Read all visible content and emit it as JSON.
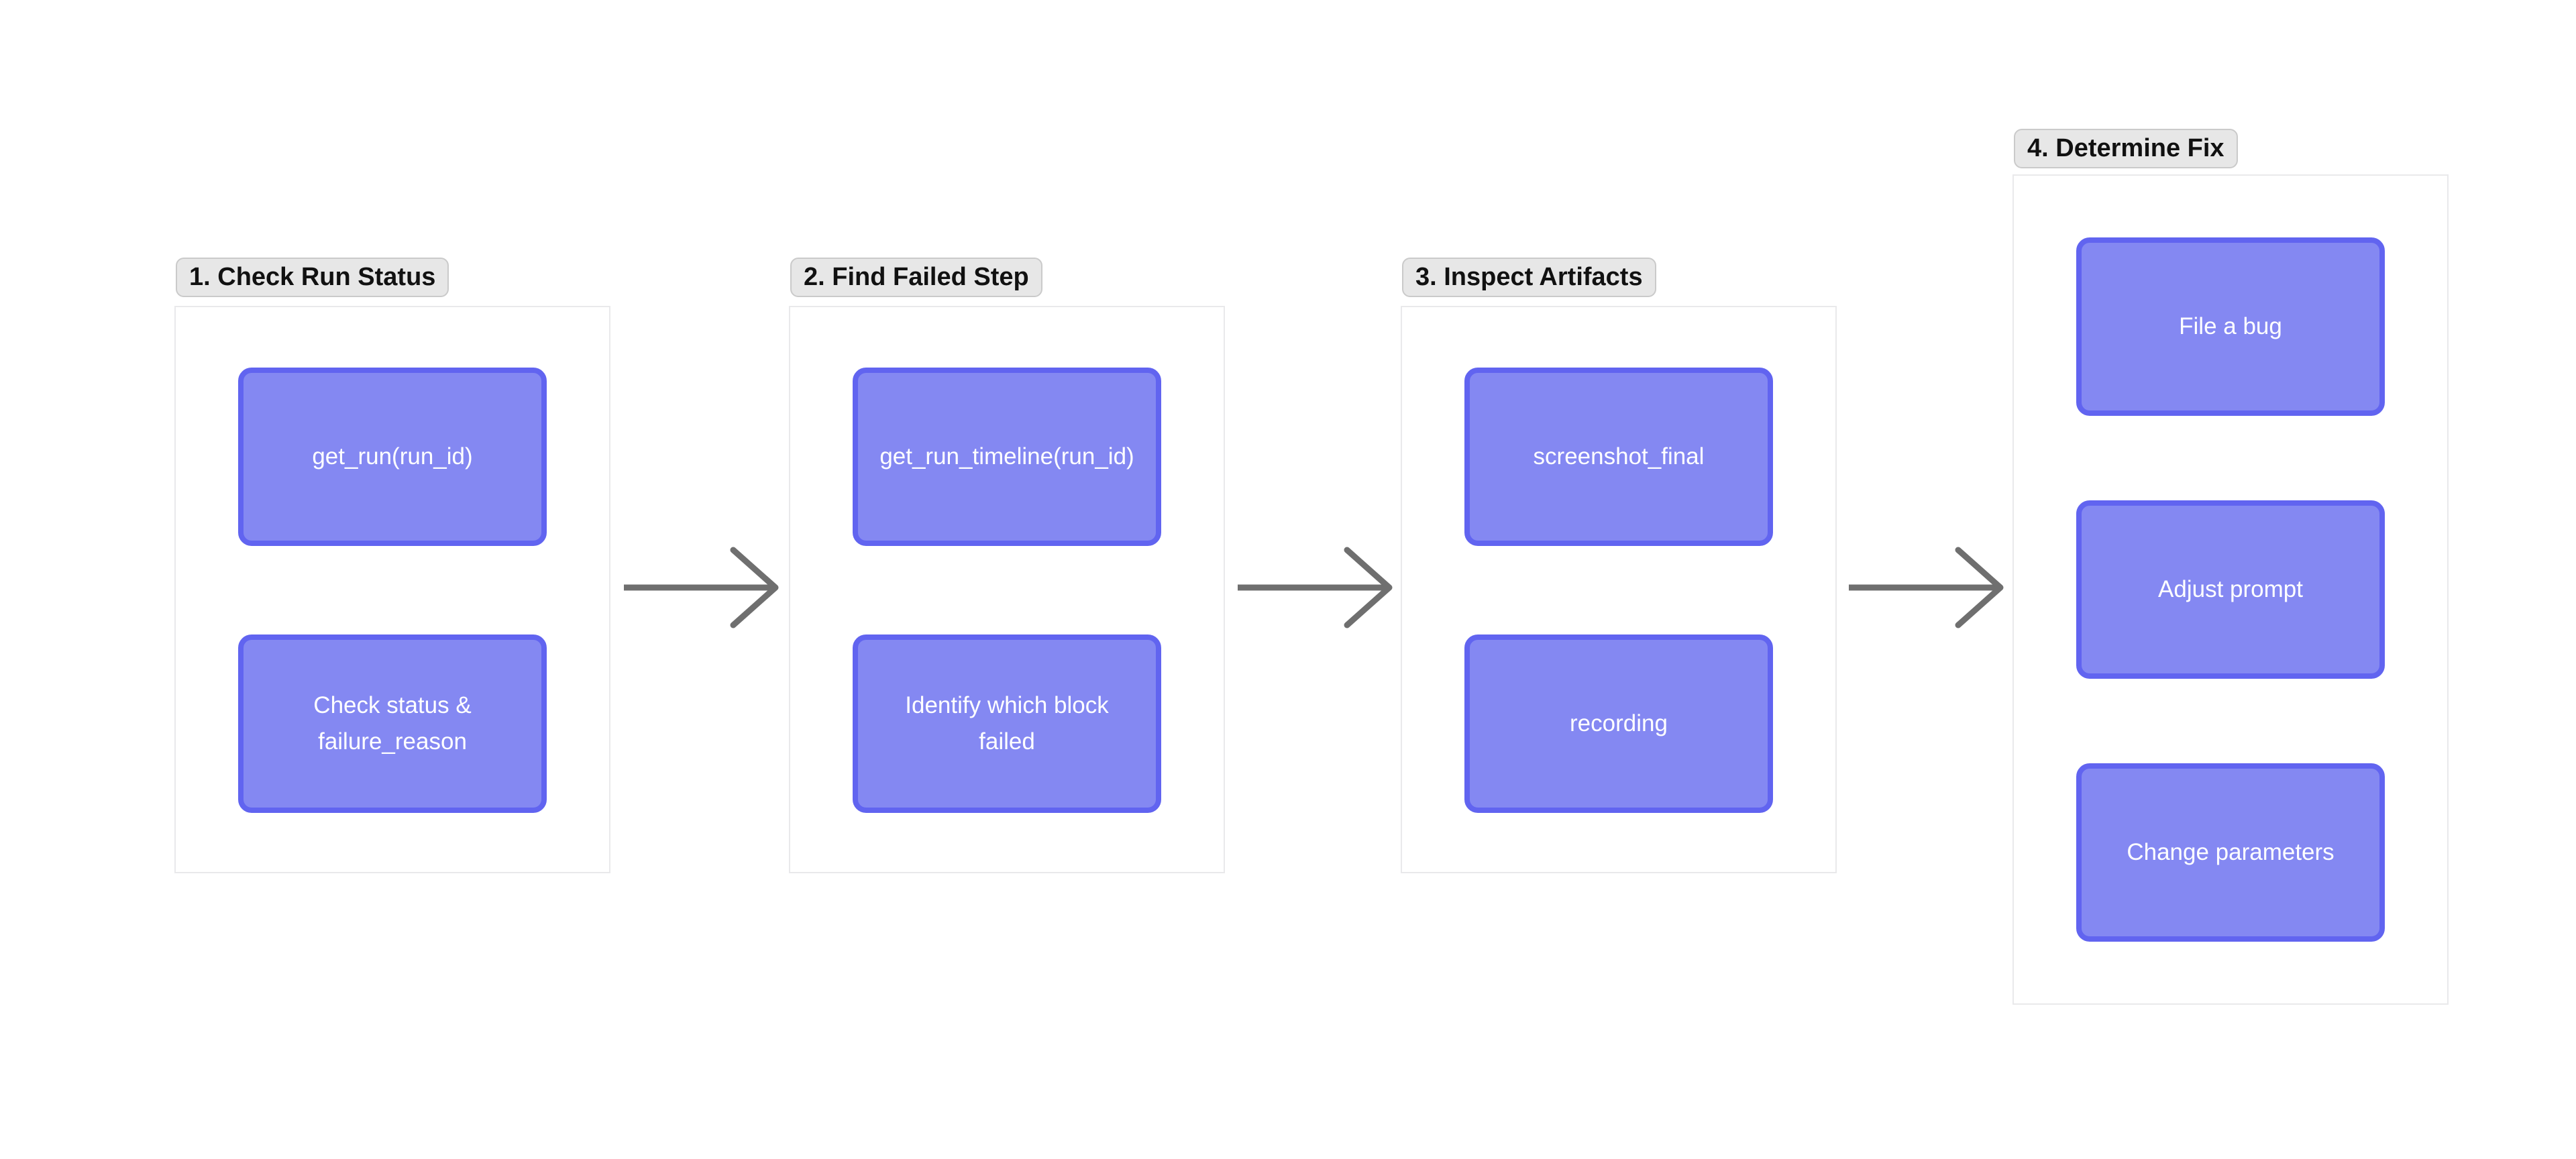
{
  "diagram": {
    "kind": "flowchart",
    "groups": [
      {
        "label": "1. Check Run Status",
        "nodes": [
          "get_run(run_id)",
          "Check status & failure_reason"
        ]
      },
      {
        "label": "2. Find Failed Step",
        "nodes": [
          "get_run_timeline(run_id)",
          "Identify which block failed"
        ]
      },
      {
        "label": "3. Inspect Artifacts",
        "nodes": [
          "screenshot_final",
          "recording"
        ]
      },
      {
        "label": "4. Determine Fix",
        "nodes": [
          "File a bug",
          "Adjust prompt",
          "Change parameters"
        ]
      }
    ],
    "edges": [
      {
        "from": "1. Check Run Status",
        "to": "2. Find Failed Step",
        "style": "right-arrow"
      },
      {
        "from": "2. Find Failed Step",
        "to": "3. Inspect Artifacts",
        "style": "right-arrow"
      },
      {
        "from": "3. Inspect Artifacts",
        "to": "4. Determine Fix",
        "style": "right-arrow"
      }
    ]
  },
  "colors": {
    "canvas_bg": "#FFFFFF",
    "node_fill": "#8488F2",
    "node_border": "#6164F0",
    "node_text": "#FFFFFF",
    "group_bg": "#FFFFFF",
    "group_border": "#E9E9EB",
    "label_bg": "#E7E7E7",
    "label_border": "#CACACA",
    "label_text": "#111111",
    "arrow": "#6F6F6F"
  }
}
